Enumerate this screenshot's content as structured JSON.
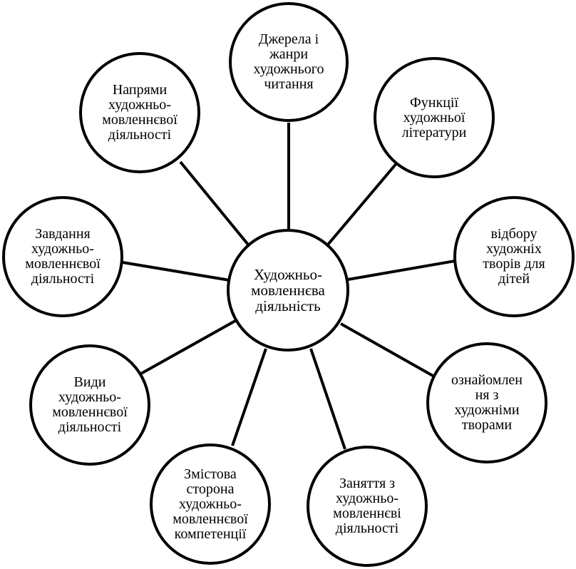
{
  "diagram": {
    "center": {
      "label": "Художньо-\nмовленнєва\nдіяльність"
    },
    "nodes": [
      {
        "id": "sources",
        "label": "Джерела і\nжанри\nхудожнього\nчитання"
      },
      {
        "id": "functions",
        "label": "Функції\nхудожньої\nлітератури"
      },
      {
        "id": "selection",
        "label": "відбору\nхудожніх\nтворів для\nдітей"
      },
      {
        "id": "acquaintance",
        "label": "ознайомлен\nня з\nхудожніми\nтворами"
      },
      {
        "id": "lessons",
        "label": "Заняття з\nхудожньо-\nмовленнєві\nдіяльності"
      },
      {
        "id": "content",
        "label": "Змістова\nсторона\nхудожньо-\nмовленнєвої\nкомпетенції"
      },
      {
        "id": "types",
        "label": "Види\nхудожньо-\nмовленнєвої\nдіяльності"
      },
      {
        "id": "tasks",
        "label": "Завдання\nхудожньо-\nмовленнєвої\nдіяльності"
      },
      {
        "id": "directions",
        "label": "Напрями\nхудожньо-\nмовленнєвої\nдіяльності"
      }
    ]
  }
}
